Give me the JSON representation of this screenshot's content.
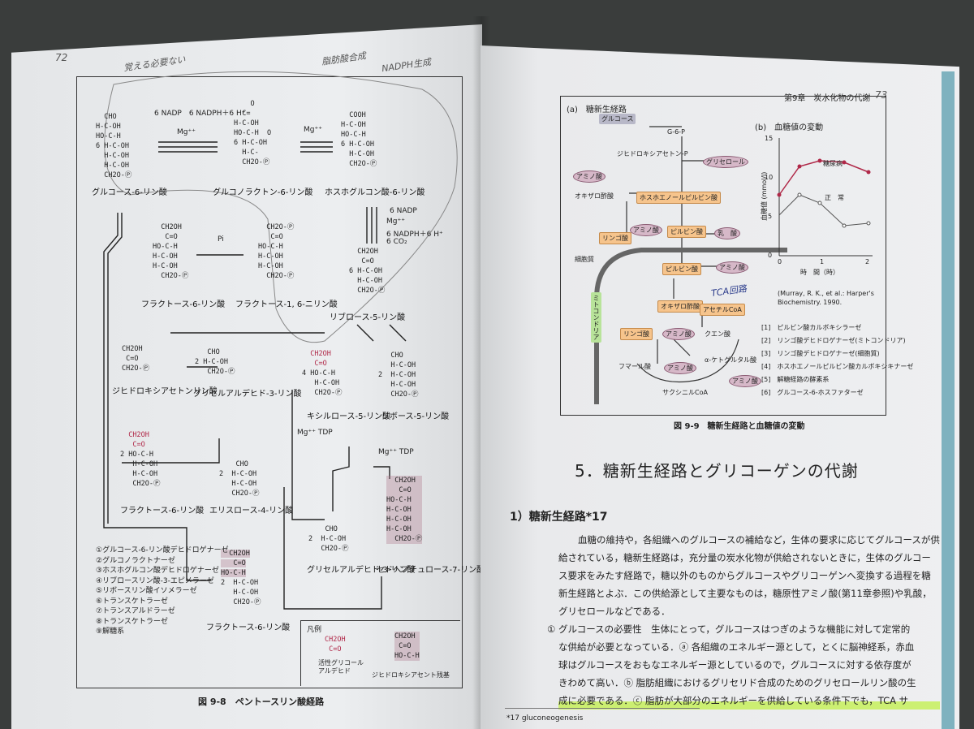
{
  "left_page": {
    "page_number": "72",
    "figure_caption": "図 9-8　ペントースリン酸経路",
    "compounds": {
      "g6p": "グルコース-6-リン酸",
      "glactone": "グルコノラクトン-6-リン酸",
      "pgluconate": "ホスホグルコン酸-6-リン酸",
      "f6p_top": "フラクトース-6-リン酸",
      "fbp": "フラクトース-1, 6-ニリン酸",
      "ribulose": "リブロース-5-リン酸",
      "dhap": "ジヒドロキシアセトンリン酸",
      "gap_top": "グリセルアルデヒド-3-リン酸",
      "xylulose": "キシルロース-5-リン酸",
      "ribose": "リボース-5-リン酸",
      "f6p_mid": "フラクトース-6-リン酸",
      "erythrose": "エリスロース-4-リン酸",
      "gap_bottom": "グリセルアルデヒド-3-リン酸",
      "sedo": "セドヘプチュロース-7-リン酸",
      "f6p_bottom": "フラクトース-6-リン酸"
    },
    "reagents": {
      "nadp1": "6 NADP　6 NADPH＋6 H⁺",
      "mg": "Mg⁺⁺",
      "pi": "Pi",
      "nadp3": "6 NADP",
      "nadph3": "6 NADPH＋6 H⁺",
      "co2": "6 CO₂",
      "tdp": "Mg⁺⁺ TDP"
    },
    "enzymes": [
      "①グルコース-6-リン酸デヒドロゲナーゼ",
      "②グルコノラクトナーゼ",
      "③ホスホグルコン酸デヒドロゲナーゼ",
      "④リブロースリン酸-3-エピメラーゼ",
      "⑤リボースリン酸イソメラーゼ",
      "⑥トランスケトラーゼ",
      "⑦トランスアルドラーゼ",
      "⑧トランスケトラーゼ",
      "⑨解糖系"
    ],
    "legend": {
      "title": "凡例",
      "item1": "活性グリコールアルデヒド",
      "item2": "ジヒドロキシアセント残基"
    },
    "handwriting": [
      "覚える必要ない",
      "脂肪酸合成",
      "NADPH生成"
    ]
  },
  "right_page": {
    "header": "第9章　炭水化物の代謝",
    "page_number": "73",
    "figure_caption": "図 9-9　糖新生経路と血糖値の変動",
    "panel_a_title": "(a)　糖新生経路",
    "panel_b_title": "(b)　血糖値の変動",
    "pathway": {
      "glucose": "グルコース",
      "g6p": "G-6-P",
      "dhap": "ジヒドロキシアセトン-P",
      "glycerol": "グリセロール",
      "amino1": "アミノ酸",
      "oxaloacetate": "オキザロ酢酸",
      "pep": "ホスホエノールピルビン酸",
      "malate": "リンゴ酸",
      "amino2": "アミノ酸",
      "pyruvate": "ピルビン酸",
      "lactate": "乳　酸",
      "cytosol": "細胞質",
      "mito": "ミトコンドリア",
      "pyruvate_m": "ピルビン酸",
      "amino3": "アミノ酸",
      "oaa_m": "オキザロ酢酸",
      "acetylcoa": "アセチルCoA",
      "malate_m": "リンゴ酸",
      "amino4": "アミノ酸",
      "citrate": "クエン酸",
      "akg": "α-ケトグルタル酸",
      "fumarate": "フマール酸",
      "succinylcoa": "サクシニルCoA",
      "amino5": "アミノ酸",
      "amino6": "アミノ酸",
      "tca_note": "TCA回路"
    },
    "enzyme_list": [
      "[1]　ピルビン酸カルボキシラーゼ",
      "[2]　リンゴ酸デヒドロゲナーゼ(ミトコンドリア)",
      "[3]　リンゴ酸デヒドロゲナーゼ(細胞質)",
      "[4]　ホスホエノールピルビン酸カルボキシキナーゼ",
      "[5]　解糖経路の酵素系",
      "[6]　グルコース-6-ホスファターゼ"
    ],
    "citation": "(Murray, R. K., et al.: Harper's Biochemistry. 1990.",
    "graph": {
      "ylabel": "血糖値 (mmol/l)",
      "xlabel": "時　間（時）",
      "yticks": [
        "15",
        "10",
        "5",
        "0"
      ],
      "xticks": [
        "0",
        "1",
        "2"
      ],
      "series1": "糖尿病",
      "series2": "正　常"
    },
    "section_title": "5．糖新生経路とグリコーゲンの代謝",
    "subsection": "1）糖新生経路*17",
    "paragraphs": [
      "血糖の維持や，各組織へのグルコースの補給など，生体の要求に応じてグルコースが供",
      "給されている，糖新生経路は，充分量の炭水化物が供給されないときに，生体のグルコー",
      "ス要求をみたす経路で，糖以外のものからグルコースやグリコーゲンへ変換する過程を糖",
      "新生経路とよぶ．この供給源として主要なものは，糖原性アミノ酸(第11章参照)や乳酸，",
      "グリセロールなどである．",
      "① グルコースの必要性　生体にとって，グルコースはつぎのような機能に対して定常的",
      "な供給が必要となっている．ⓐ 各組織のエネルギー源として，とくに脳神経系，赤血",
      "球はグルコースをおもなエネルギー源としているので，グルコースに対する依存度が",
      "きわめて高い．ⓑ 脂肪組織におけるグリセリド合成のためのグリセロールリン酸の生",
      "成に必要である．ⓒ 脂肪が大部分のエネルギーを供給している条件下でも，TCA サ"
    ],
    "footnote": "*17 gluconeogenesis"
  }
}
